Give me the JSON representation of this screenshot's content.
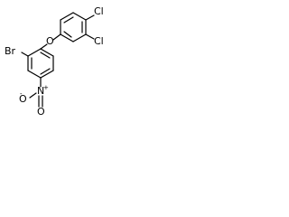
{
  "structure": {
    "atoms": {
      "cl_upper": "Cl",
      "cl_lower": "Cl",
      "oxygen_ether": "O",
      "bromine": "Br",
      "nitrogen": "N",
      "oxygen_nitro_left": "O",
      "oxygen_nitro_bottom": "O"
    },
    "charges": {
      "nitrogen": "+",
      "oxygen_nitro_left": "-"
    }
  }
}
